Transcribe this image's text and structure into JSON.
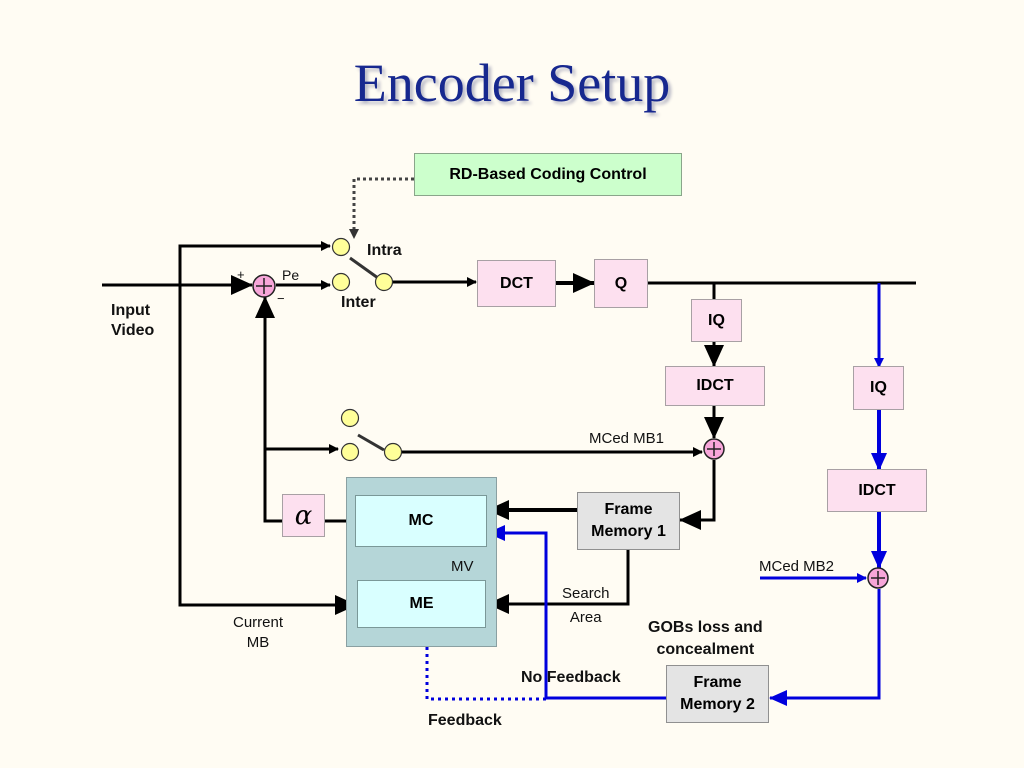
{
  "title": "Encoder Setup",
  "blocks": {
    "rd_control": "RD-Based Coding Control",
    "dct": "DCT",
    "q": "Q",
    "iq1": "IQ",
    "idct1": "IDCT",
    "iq2": "IQ",
    "idct2": "IDCT",
    "mc": "MC",
    "me": "ME",
    "alpha": "α",
    "frame_memory_1": [
      "Frame",
      "Memory 1"
    ],
    "frame_memory_2": [
      "Frame",
      "Memory 2"
    ]
  },
  "labels": {
    "intra": "Intra",
    "inter": "Inter",
    "pe": "Pe",
    "plus": "+",
    "minus": "−",
    "input_video": [
      "Input",
      "Video"
    ],
    "mced_mb1": "MCed MB1",
    "mced_mb2": "MCed MB2",
    "mv": "MV",
    "current_mb": [
      "Current",
      "MB"
    ],
    "search_area": [
      "Search",
      "Area"
    ],
    "gobs_loss": [
      "GOBs loss and",
      "concealment"
    ],
    "no_feedback": "No Feedback",
    "feedback": "Feedback"
  },
  "colors": {
    "title": "#17288f",
    "signal_line": "#000000",
    "decoder_line": "#0000dd",
    "block_pink": "#fde0ef",
    "block_green": "#ccffcc",
    "block_gray": "#e4e4e4",
    "block_cyan": "#d9ffff",
    "group_teal": "#b5d6d8",
    "switch_node": "#ffff99",
    "adder": "#f7a6d9"
  }
}
